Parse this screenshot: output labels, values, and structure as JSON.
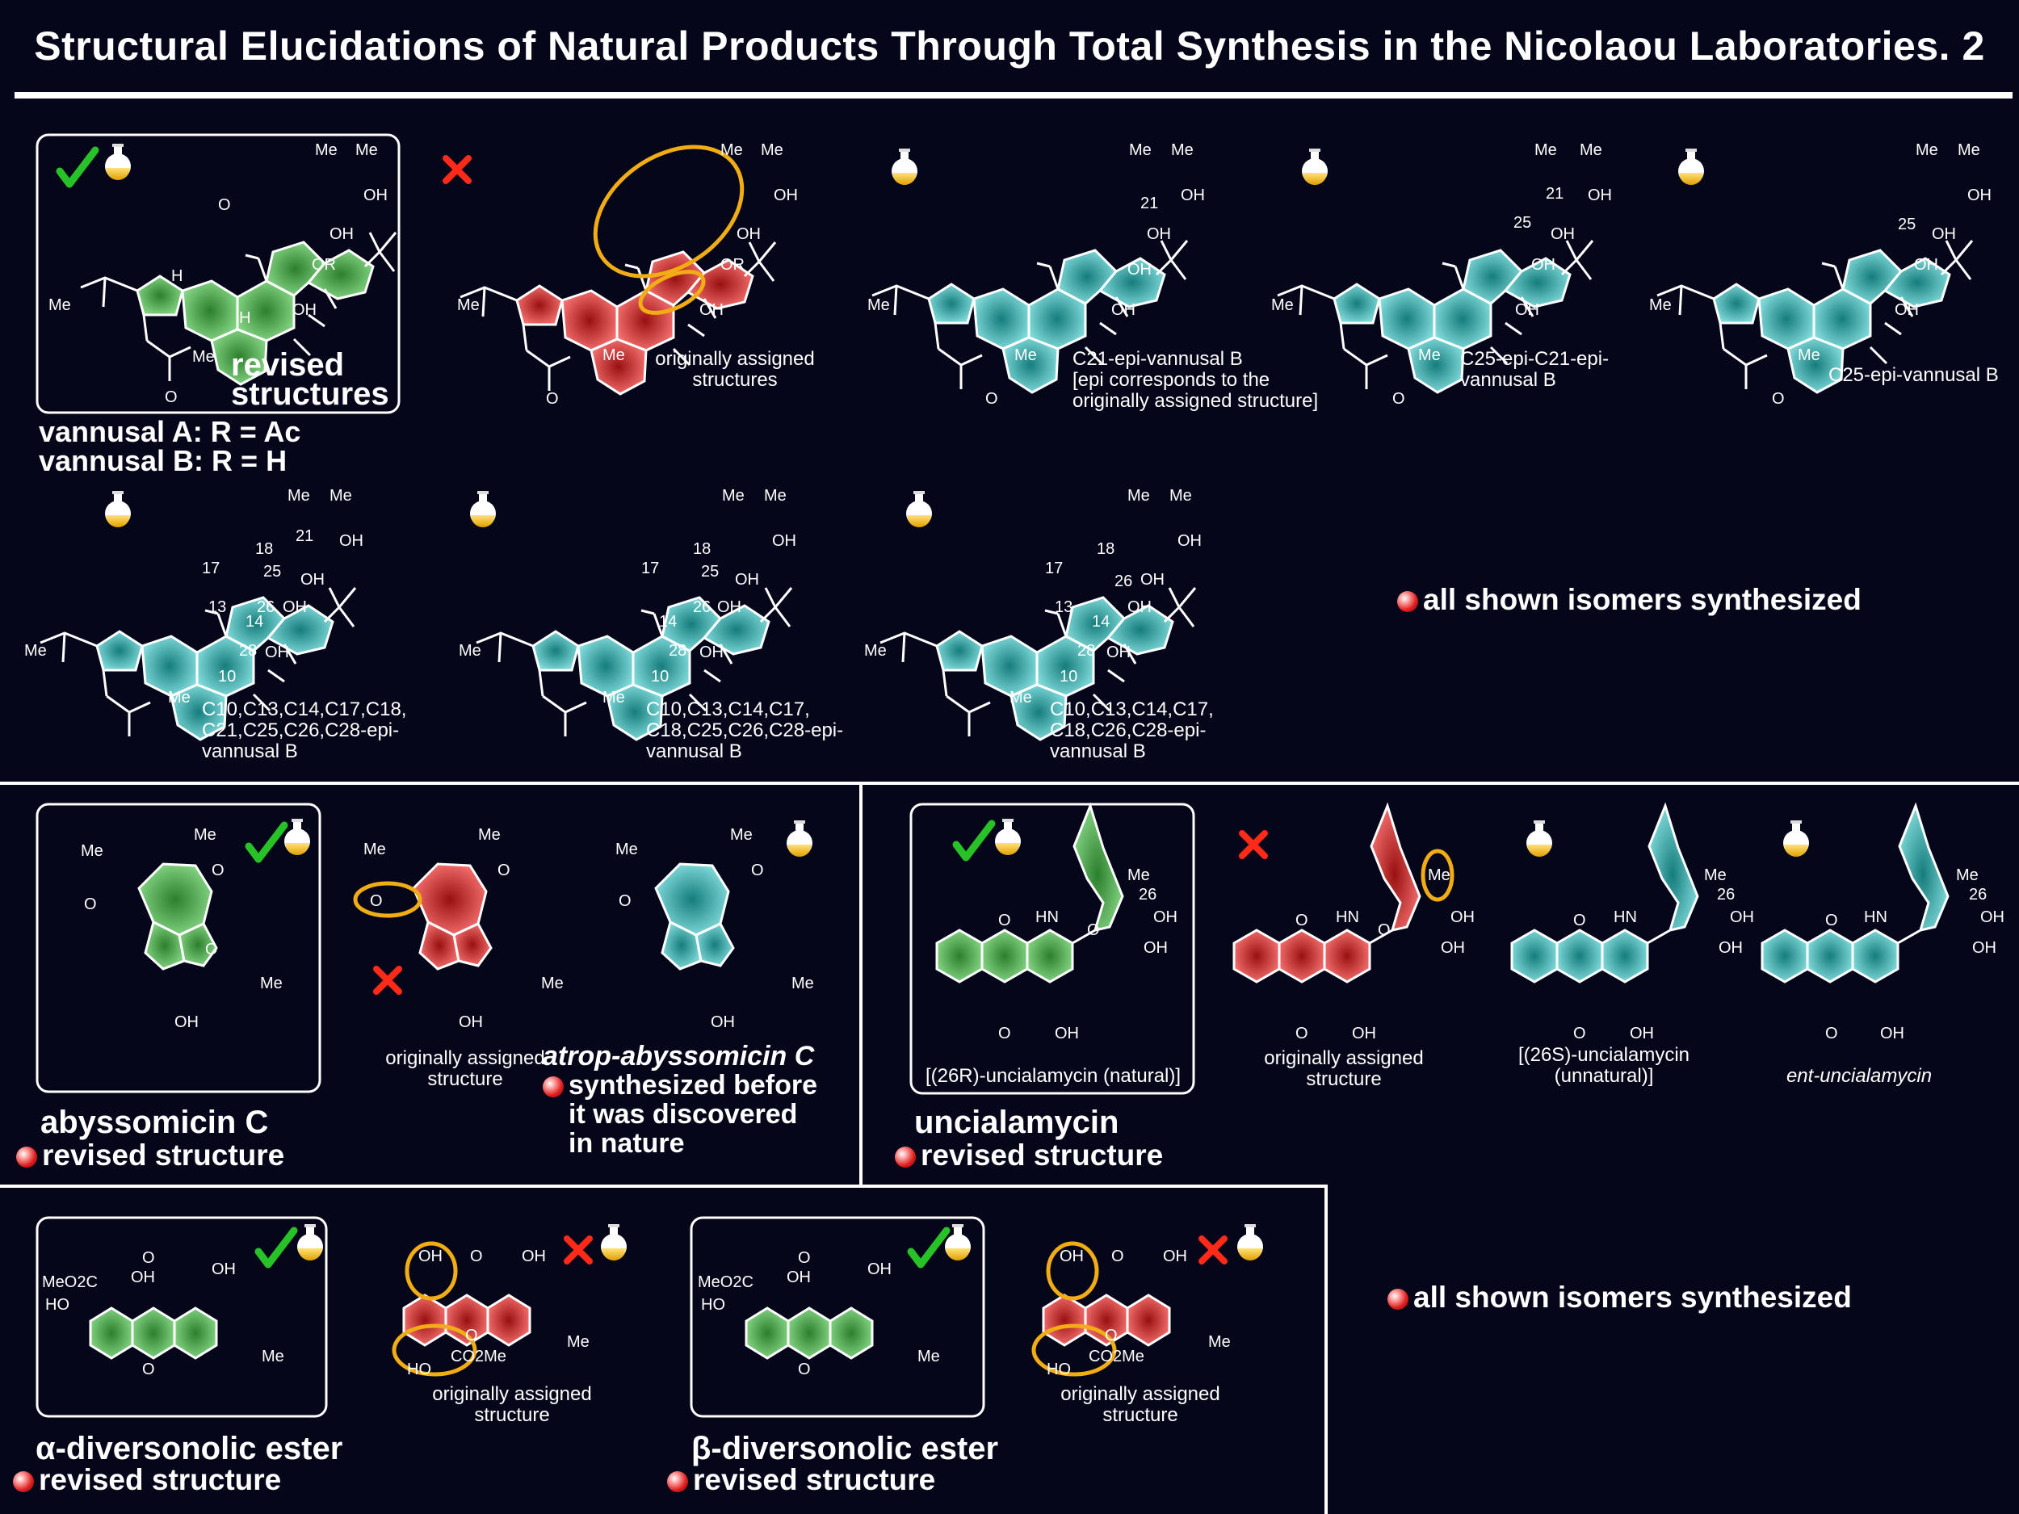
{
  "title": "Structural Elucidations of Natural Products Through Total Synthesis in the Nicolaou Laboratories. 2",
  "colors": {
    "correct": "#27c227",
    "wrong": "#ff2a18",
    "revised": "#2e8b2e",
    "original": "#c91f1f",
    "isomer": "#1f9e9e",
    "highlight": "#f2ac14"
  },
  "vannusal": {
    "revised_caption_1": "revised",
    "revised_caption_2": "structures",
    "compound_a": "vannusal A: R = Ac",
    "compound_b": "vannusal B: R = H",
    "original_caption": [
      "originally assigned",
      "structures"
    ],
    "iso1_caption": [
      "C21-epi-vannusal B",
      "[epi corresponds to the",
      "originally assigned structure]"
    ],
    "iso2_caption": [
      "C25-epi-C21-epi-",
      "vannusal B"
    ],
    "iso3_caption": "C25-epi-vannusal B",
    "iso4_caption": [
      "C10,C13,C14,C17,C18,",
      "C21,C25,C26,C28-epi-",
      "vannusal B"
    ],
    "iso5_caption": [
      "C10,C13,C14,C17,",
      "C18,C25,C26,C28-epi-",
      "vannusal B"
    ],
    "iso6_caption": [
      "C10,C13,C14,C17,",
      "C18,C26,C28-epi-",
      "vannusal B"
    ],
    "note": "all shown isomers synthesized"
  },
  "labels": {
    "Me": "Me",
    "OH": "OH",
    "OR": "OR",
    "H": "H",
    "O": "O",
    "HN": "HN",
    "HO": "HO",
    "MeO2C": "MeO2C",
    "CO2Me": "CO2Me",
    "n21": "21",
    "n25": "25",
    "n18": "18",
    "n17": "17",
    "n13": "13",
    "n26": "26",
    "n14": "14",
    "n28": "28",
    "n10": "10"
  },
  "abyssomicin": {
    "name": "abyssomicin C",
    "revised": "revised structure",
    "original_caption": [
      "originally assigned",
      "structure"
    ],
    "atrop_1": "atrop-abyssomicin C",
    "atrop_2": "synthesized before",
    "atrop_3": "it was discovered",
    "atrop_4": "in nature"
  },
  "uncialamycin": {
    "natural_caption": "[(26R)-uncialamycin (natural)]",
    "name": "uncialamycin",
    "revised": "revised structure",
    "original_caption": [
      "originally assigned",
      "structure"
    ],
    "unnatural_caption": [
      "[(26S)-uncialamycin",
      "(unnatural)]"
    ],
    "ent_caption": "ent-uncialamycin"
  },
  "diversonolic": {
    "alpha_name": "α-diversonolic ester",
    "alpha_revised": "revised structure",
    "beta_name": "β-diversonolic ester",
    "beta_revised": "revised structure",
    "original_caption": [
      "originally assigned",
      "structure"
    ],
    "note": "all shown isomers synthesized"
  }
}
